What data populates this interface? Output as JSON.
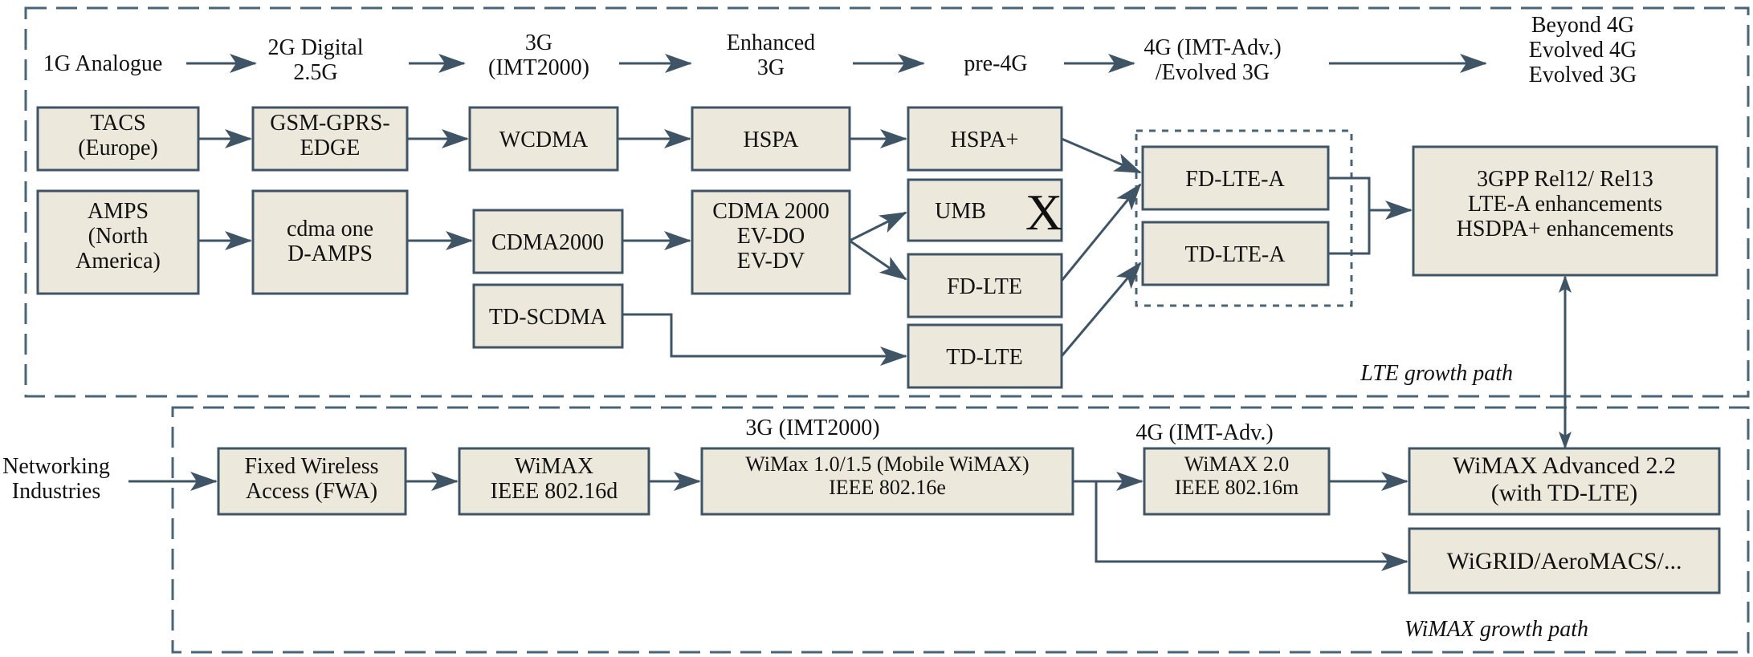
{
  "colors": {
    "box_fill": "#ece9dc",
    "box_stroke": "#3f5566",
    "arrow": "#3f5566",
    "dash": "#4a6478",
    "text": "#111111"
  },
  "generations": {
    "g1": [
      "1G Analogue"
    ],
    "g2": [
      "2G Digital",
      "2.5G"
    ],
    "g3": [
      "3G",
      "(IMT2000)"
    ],
    "enh3g": [
      "Enhanced",
      "3G"
    ],
    "pre4g": [
      "pre-4G"
    ],
    "g4": [
      "4G (IMT-Adv.)",
      "/Evolved 3G"
    ],
    "beyond": [
      "Beyond 4G",
      "Evolved 4G",
      "Evolved 3G"
    ]
  },
  "lte_nodes": {
    "tacs": [
      "TACS",
      "(Europe)"
    ],
    "amps": [
      "AMPS",
      "(North",
      "America)"
    ],
    "gsm": [
      "GSM-GPRS-",
      "EDGE"
    ],
    "cdmaone": [
      "cdma one",
      "D-AMPS"
    ],
    "wcdma": [
      "WCDMA"
    ],
    "cdma2000": [
      "CDMA2000"
    ],
    "tdscdma": [
      "TD-SCDMA"
    ],
    "hspa": [
      "HSPA"
    ],
    "evdo": [
      "CDMA 2000",
      "EV-DO",
      "EV-DV"
    ],
    "hspaplus": [
      "HSPA+"
    ],
    "umb": [
      "UMB"
    ],
    "umb_mark": "X",
    "fdlte": [
      "FD-LTE"
    ],
    "tdlte": [
      "TD-LTE"
    ],
    "fdltea": [
      "FD-LTE-A"
    ],
    "tdltea": [
      "TD-LTE-A"
    ],
    "rel12": [
      "3GPP Rel12/ Rel13",
      "LTE-A enhancements",
      "HSDPA+ enhancements"
    ]
  },
  "lte_path_label": "LTE growth path",
  "wimax": {
    "source": [
      "Networking",
      "Industries"
    ],
    "fwa": [
      "Fixed Wireless",
      "Access (FWA)"
    ],
    "wimax_d": [
      "WiMAX",
      "IEEE 802.16d"
    ],
    "header_3g": "3G (IMT2000)",
    "wimax_e": [
      "WiMax 1.0/1.5 (Mobile WiMAX)",
      "IEEE 802.16e"
    ],
    "header_4g": "4G (IMT-Adv.)",
    "wimax_m": [
      "WiMAX 2.0",
      "IEEE 802.16m"
    ],
    "adv22": [
      "WiMAX Advanced 2.2",
      "(with TD-LTE)"
    ],
    "wigrid": [
      "WiGRID/AeroMACS/..."
    ]
  },
  "wimax_path_label": "WiMAX growth path"
}
